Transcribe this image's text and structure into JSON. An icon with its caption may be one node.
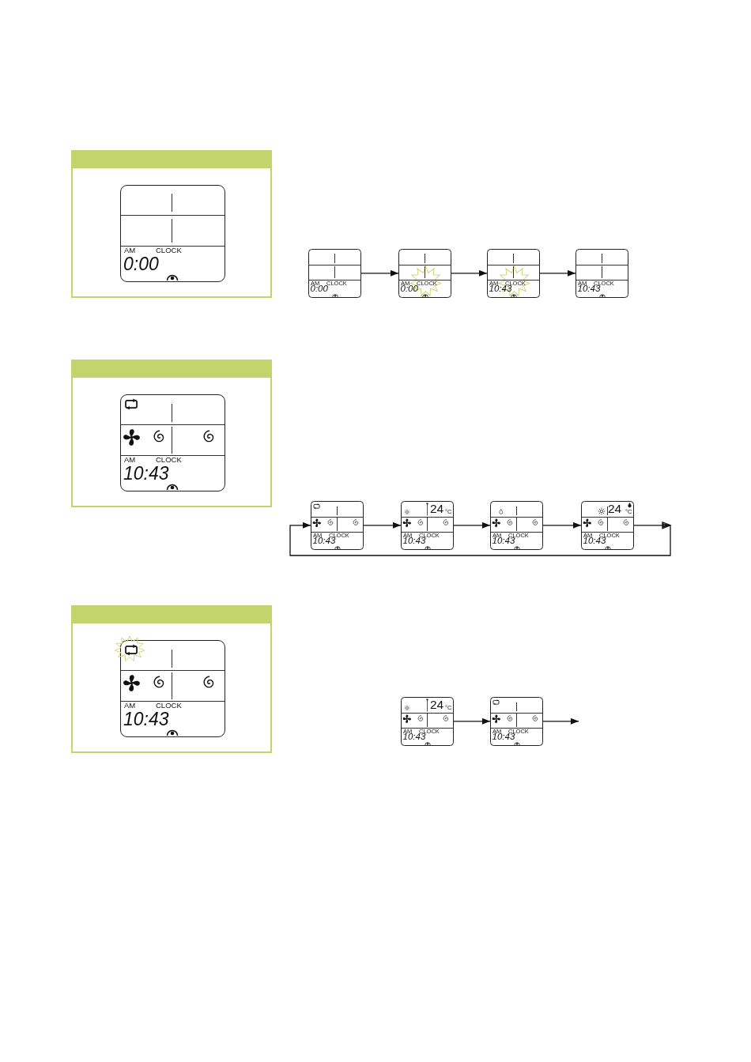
{
  "diagram": {
    "nodes": [
      {
        "text": [],
        "shape": "box"
      },
      {
        "text": [
          "AM",
          "CLOCK",
          "0:00"
        ],
        "in": 0
      },
      {
        "text": [
          "AM",
          "CLOCK",
          "0:00"
        ]
      },
      {
        "text": [
          "AM",
          "CLOCK",
          "0:00"
        ]
      },
      {
        "text": [
          "AM",
          "CLOCK",
          "10:43"
        ]
      },
      {
        "text": [
          "AM",
          "CLOCK",
          "10:43"
        ]
      },
      {
        "text": [],
        "shape": "box"
      },
      {
        "text": [
          "AM",
          "CLOCK",
          "10:43"
        ],
        "in": 6
      },
      {
        "text": [
          "AM",
          "CLOCK",
          "10:43"
        ]
      },
      {
        "text": [
          "24",
          "°C",
          "AM",
          "CLOCK",
          "10:43"
        ]
      },
      {
        "text": [
          "AM",
          "CLOCK",
          "10:43"
        ]
      },
      {
        "text": [
          "24",
          "°C",
          "AM",
          "CLOCK",
          "10:43"
        ]
      },
      {
        "text": [],
        "shape": "box"
      },
      {
        "text": [
          "AM",
          "CLOCK",
          "10:43"
        ],
        "in": 12
      },
      {
        "text": [
          "24",
          "°C",
          "AM",
          "CLOCK",
          "10:43"
        ]
      },
      {
        "text": [
          "AM",
          "CLOCK",
          "10:43"
        ]
      }
    ],
    "edges": [
      {
        "from": 2,
        "to": 3,
        "arrow": "to"
      },
      {
        "from": 3,
        "to": 4,
        "arrow": "to"
      },
      {
        "from": 4,
        "to": 5,
        "arrow": "to"
      },
      {
        "from": 8,
        "to": 9,
        "arrow": "to"
      },
      {
        "from": 9,
        "to": 10,
        "arrow": "to"
      },
      {
        "from": 10,
        "to": 11,
        "arrow": "to"
      },
      {
        "from": 11,
        "to": 8,
        "arrow": "to"
      },
      {
        "from": 14,
        "to": 15,
        "arrow": "to"
      },
      {
        "from": 15,
        "to": null,
        "arrow": "to"
      }
    ]
  }
}
